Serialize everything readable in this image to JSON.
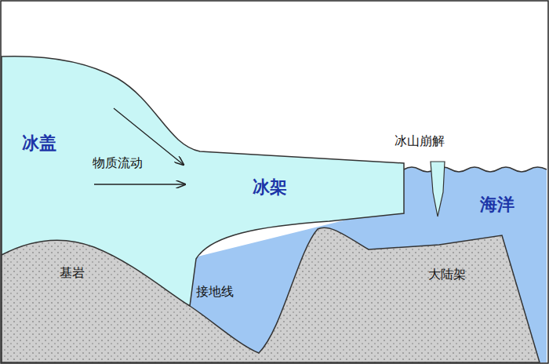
{
  "diagram": {
    "labels": [
      "冰盖",
      "物质流动",
      "冰架",
      "冰山崩解",
      "海洋",
      "基岩",
      "接地线",
      "大陆架"
    ]
  }
}
